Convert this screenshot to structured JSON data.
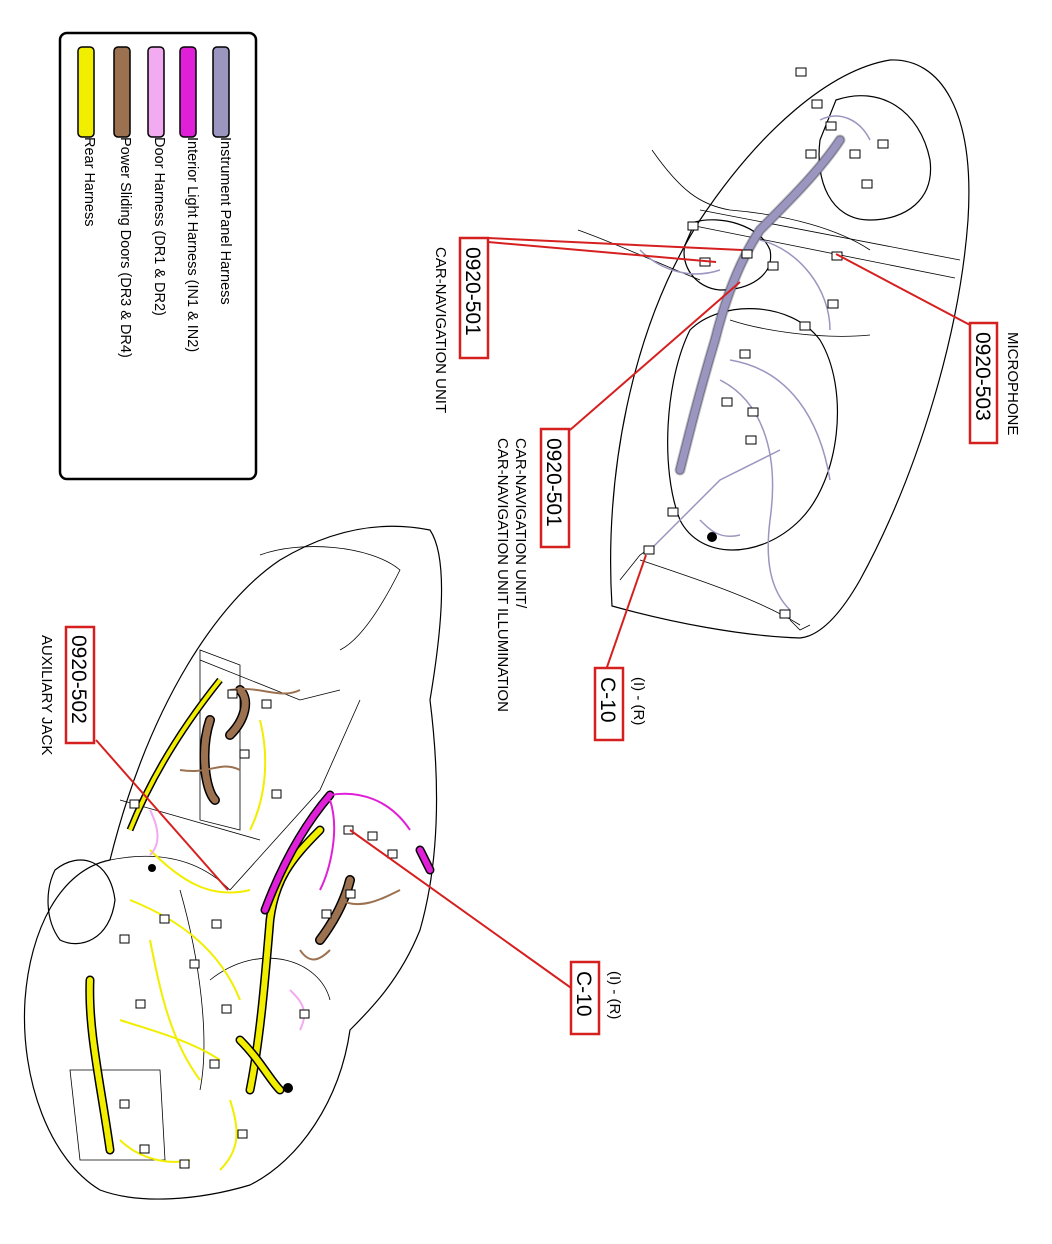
{
  "legend": {
    "items": [
      {
        "label": "Instrument Panel Harness",
        "color": "#9a96bf"
      },
      {
        "label": "Interior Light Harness (IN1 & IN2)",
        "color": "#e020d8"
      },
      {
        "label": "Door Harness (DR1 & DR2)",
        "color": "#f2aaf0"
      },
      {
        "label": "Power Sliding Doors (DR3 & DR4)",
        "color": "#9b7150"
      },
      {
        "label": "Rear Harness",
        "color": "#f2ee00"
      }
    ]
  },
  "callouts": {
    "microphone": {
      "code": "0920-503",
      "label": "MICROPHONE"
    },
    "nav_unit": {
      "code": "0920-501",
      "label": "CAR-NAVIGATION UNIT"
    },
    "nav_unit_illum": {
      "code": "0920-501",
      "label_line1": "CAR-NAVIGATION UNIT/",
      "label_line2": "CAR-NAVIGATION UNIT ILLUMINATION"
    },
    "c10_upper": {
      "code": "C-10",
      "label": "(I) - (R)"
    },
    "c10_lower": {
      "code": "C-10",
      "label": "(I) - (R)"
    },
    "aux_jack": {
      "code": "0920-502",
      "label": "AUXILIARY JACK"
    }
  },
  "colors": {
    "leader": "#d62020",
    "outline": "#000000"
  }
}
